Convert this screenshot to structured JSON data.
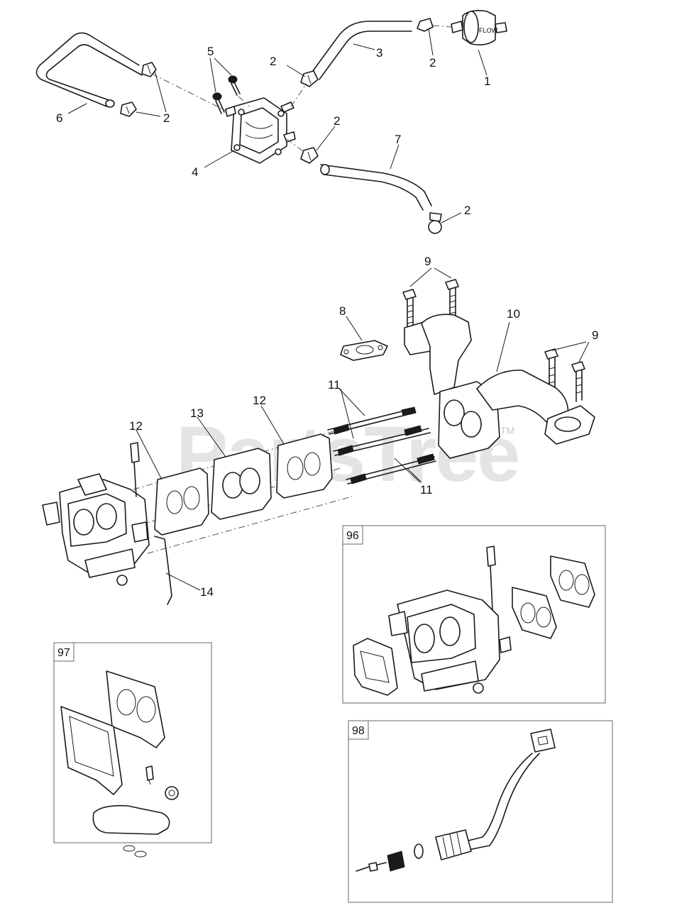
{
  "watermark": {
    "text": "PartsTree",
    "trademark": "TM"
  },
  "callouts": {
    "c1": "1",
    "c2a": "2",
    "c2b": "2",
    "c2c": "2",
    "c2d": "2",
    "c2e": "2",
    "c3": "3",
    "c4": "4",
    "c5": "5",
    "c6": "6",
    "c7": "7",
    "c8": "8",
    "c9a": "9",
    "c9b": "9",
    "c10": "10",
    "c11a": "11",
    "c11b": "11",
    "c12a": "12",
    "c12b": "12",
    "c13": "13",
    "c14": "14"
  },
  "kits": {
    "k96": "96",
    "k97": "97",
    "k98": "98"
  },
  "fuel_filter_marking": "FLOW"
}
